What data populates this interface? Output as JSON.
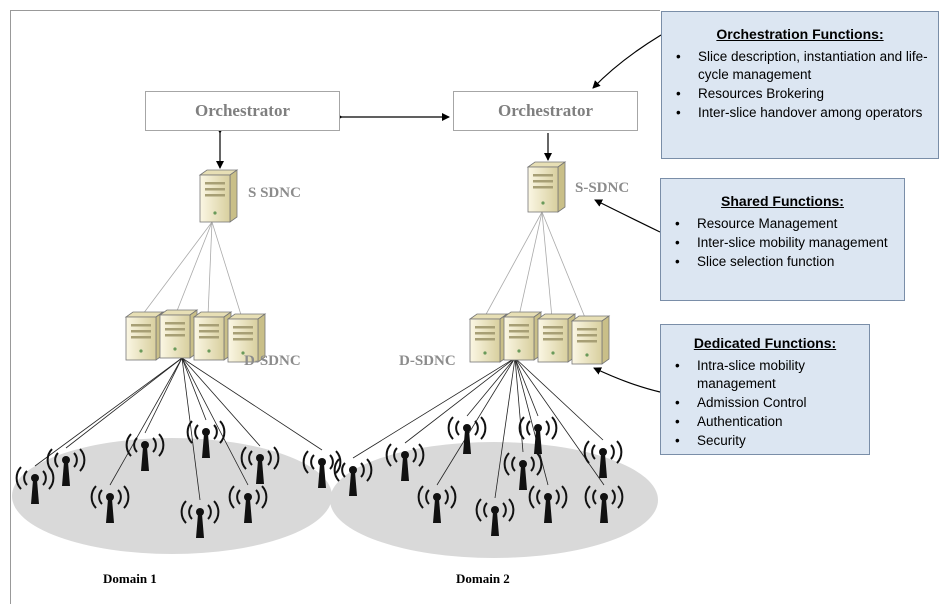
{
  "orchestrators": [
    {
      "label": "Orchestrator"
    },
    {
      "label": "Orchestrator"
    }
  ],
  "labels": {
    "s_sdnc_left": "S SDNC",
    "s_sdnc_right": "S-SDNC",
    "d_sdnc_left": "D-SDNC",
    "d_sdnc_right": "D-SDNC"
  },
  "domains": [
    {
      "label": "Domain 1"
    },
    {
      "label": "Domain 2"
    }
  ],
  "panels": {
    "orchestration": {
      "title": "Orchestration Functions:",
      "items": [
        "Slice description, instantiation and life-cycle management",
        "Resources Brokering",
        "Inter-slice handover among operators"
      ]
    },
    "shared": {
      "title": "Shared Functions:",
      "items": [
        "Resource Management",
        "Inter-slice mobility management",
        "Slice selection function"
      ]
    },
    "dedicated": {
      "title": "Dedicated Functions:",
      "items": [
        "Intra-slice mobility management",
        "Admission Control",
        "Authentication",
        "Security"
      ]
    }
  },
  "colors": {
    "panel_fill": "#dce6f2",
    "domain_fill": "#d9d9d9",
    "server_fill": "#f2ecd0",
    "label_gray": "#8c8c8c"
  }
}
